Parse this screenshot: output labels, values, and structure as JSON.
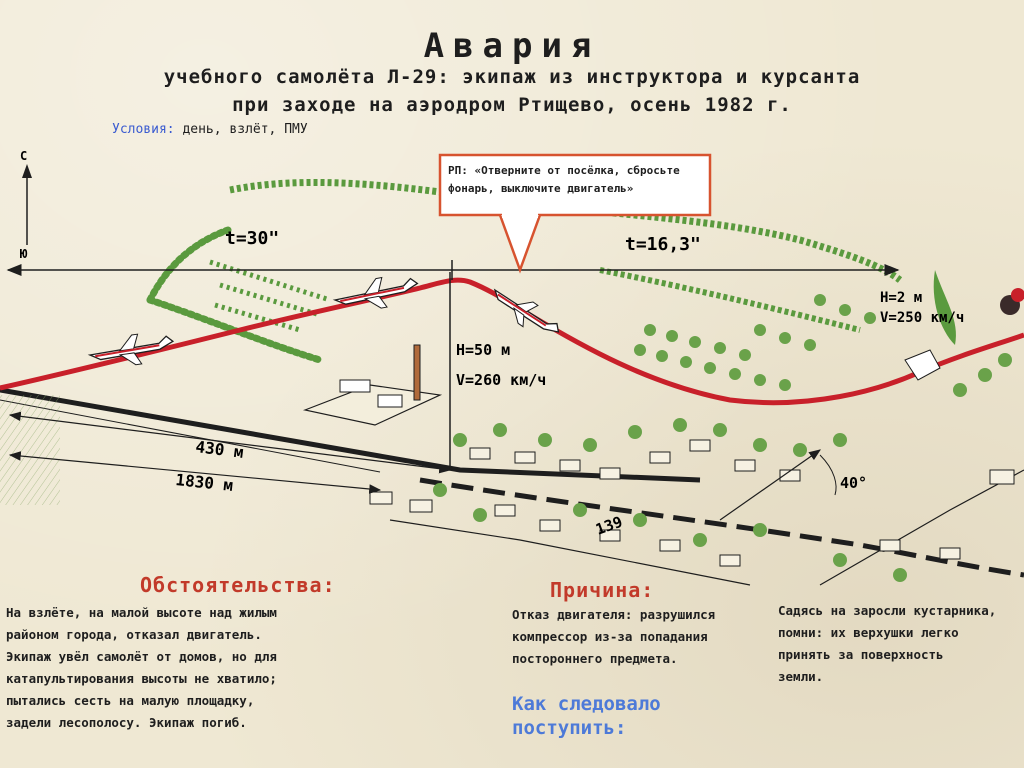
{
  "header": {
    "title": "Авария",
    "subtitle_1": "учебного самолёта Л-29: экипаж из инструктора и курсанта",
    "subtitle_2": "при заходе на аэродром Ртищево, осень 1982 г."
  },
  "flight_conditions": {
    "label": "Условия:",
    "value": "день, взлёт, ПМУ"
  },
  "compass": {
    "north": "С",
    "south": "Ю"
  },
  "radio_call": "РП: «Отверните от посёлка, сбросьте фонарь, выключите двигатель»",
  "annotations": {
    "time_left": "t=30\"",
    "time_right": "t=16,3\"",
    "altitude": "H=50 м",
    "speed": "V=260 км/ч",
    "impact_altitude": "H=2 м",
    "impact_speed": "V=250 км/ч",
    "dist_1": "430 м",
    "dist_2": "1830 м",
    "heading": "139",
    "angle": "40°"
  },
  "sections": {
    "circumstances": {
      "heading": "Обстоятельства:",
      "lines": [
        "На взлёте, на малой высоте над жилым",
        "районом города, отказал двигатель.",
        "Экипаж увёл самолёт от домов, но для",
        "катапультирования высоты не хватило;",
        "пытались сесть на малую площадку,",
        "задели лесополосу. Экипаж погиб."
      ]
    },
    "cause": {
      "heading": "Причина:",
      "lines": [
        "Отказ двигателя: разрушился",
        "компрессор из-за попадания",
        "постороннего предмета."
      ]
    },
    "how_to_act": {
      "heading_1": "Как следовало",
      "heading_2": "поступить:"
    },
    "landing_note": {
      "lines": [
        "Садясь на заросли кустарника,",
        "помни: их верхушки легко",
        "принять за поверхность",
        "земли."
      ]
    }
  },
  "colors": {
    "flight_path": "#c8202a",
    "heading_red": "#c23a2a",
    "heading_blue": "#4d7ad8",
    "tree_green": "#5a9a3e",
    "callout_border": "#d7532f"
  }
}
